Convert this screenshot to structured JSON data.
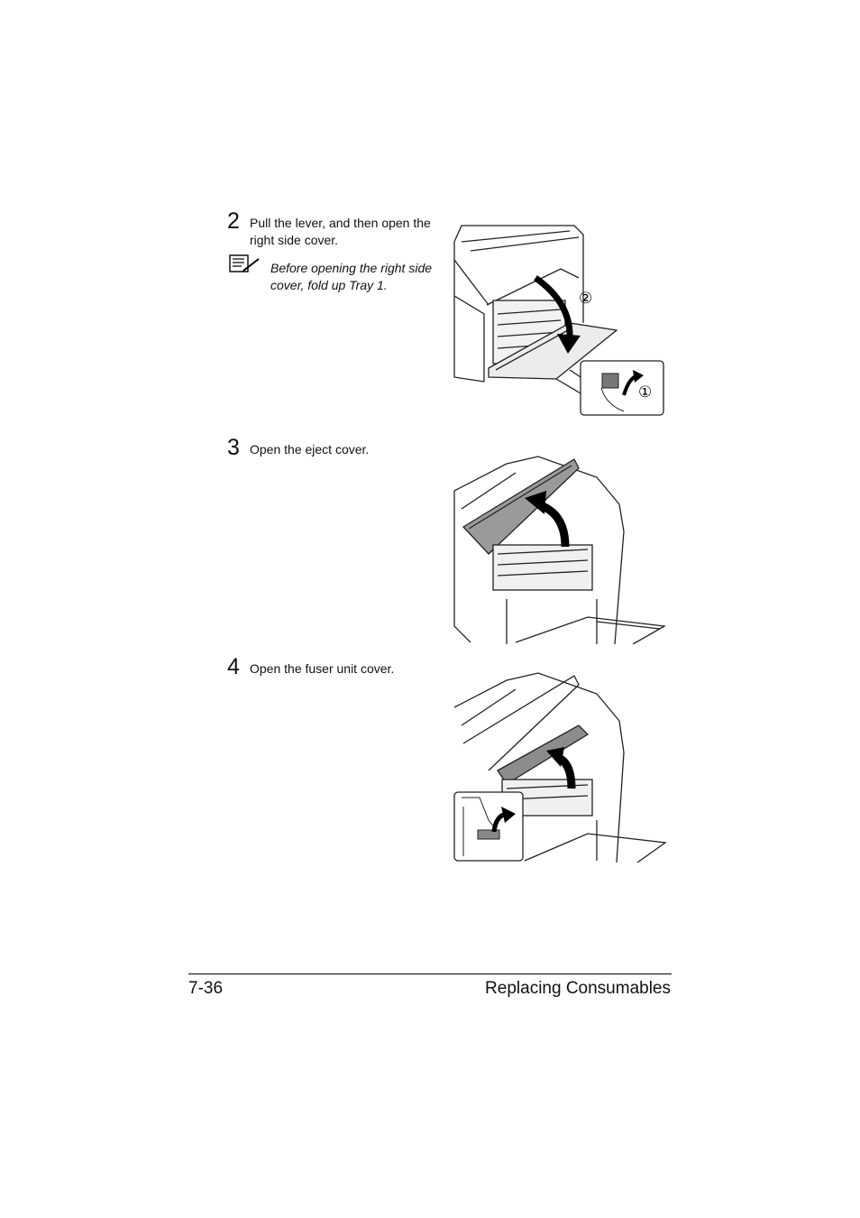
{
  "steps": [
    {
      "number": "2",
      "text_line1": "Pull the lever, and then open the",
      "text_line2": "right side cover.",
      "note_line1": "Before opening the right side",
      "note_line2": "cover, fold up Tray 1.",
      "callouts": [
        "②",
        "①"
      ]
    },
    {
      "number": "3",
      "text": "Open the eject cover."
    },
    {
      "number": "4",
      "text": "Open the fuser unit cover."
    }
  ],
  "footer": {
    "page_number": "7-36",
    "section_title": "Replacing Consumables"
  }
}
